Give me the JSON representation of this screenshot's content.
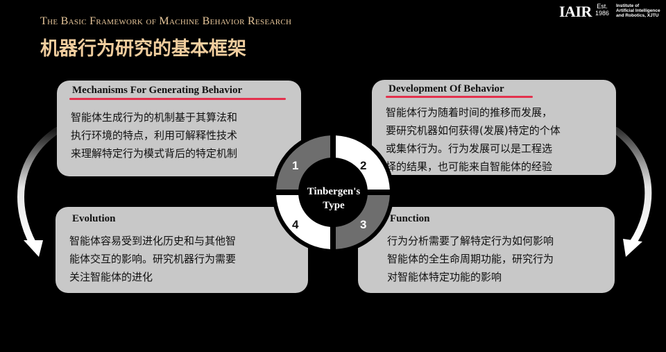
{
  "header": {
    "title_en": "The Basic Framework of Machine Behavior Research",
    "title_zh": "机器行为研究的基本框架"
  },
  "logo": {
    "name": "IAIR",
    "est_label": "Est.",
    "est_year": "1986",
    "institute_lines": [
      "Institute of",
      "Artificial Intelligence",
      "and Robotics, XJTU"
    ]
  },
  "center": {
    "label_line1": "Tinbergen's",
    "label_line2": "Type",
    "segments": [
      {
        "number": "1",
        "color": "#6e6e6e"
      },
      {
        "number": "2",
        "color": "#ffffff"
      },
      {
        "number": "3",
        "color": "#6e6e6e"
      },
      {
        "number": "4",
        "color": "#ffffff"
      }
    ]
  },
  "boxes": {
    "mechanisms": {
      "heading": "Mechanisms For Generating Behavior",
      "lines": [
        "智能体生成行为的机制基于其算法和",
        "执行环境的特点，利用可解释性技术",
        "来理解特定行为模式背后的特定机制"
      ]
    },
    "development": {
      "heading": "Development Of Behavior",
      "lines": [
        "智能体行为随着时间的推移而发展，",
        "要研究机器如何获得(发展)特定的个体",
        "或集体行为。行为发展可以是工程选",
        "择的结果，也可能来自智能体的经验"
      ]
    },
    "evolution": {
      "heading": "Evolution",
      "lines": [
        "智能体容易受到进化历史和与其他智",
        "能体交互的影响。研究机器行为需要",
        "关注智能体的进化"
      ]
    },
    "function": {
      "heading": "Function",
      "lines": [
        "行为分析需要了解特定行为如何影响",
        "智能体的全生命周期功能，研究行为",
        "对智能体特定功能的影响"
      ]
    }
  },
  "colors": {
    "title_gold": "#e8c79b",
    "box_bg": "#c8c8c8",
    "accent_underline": "#e3314d"
  }
}
